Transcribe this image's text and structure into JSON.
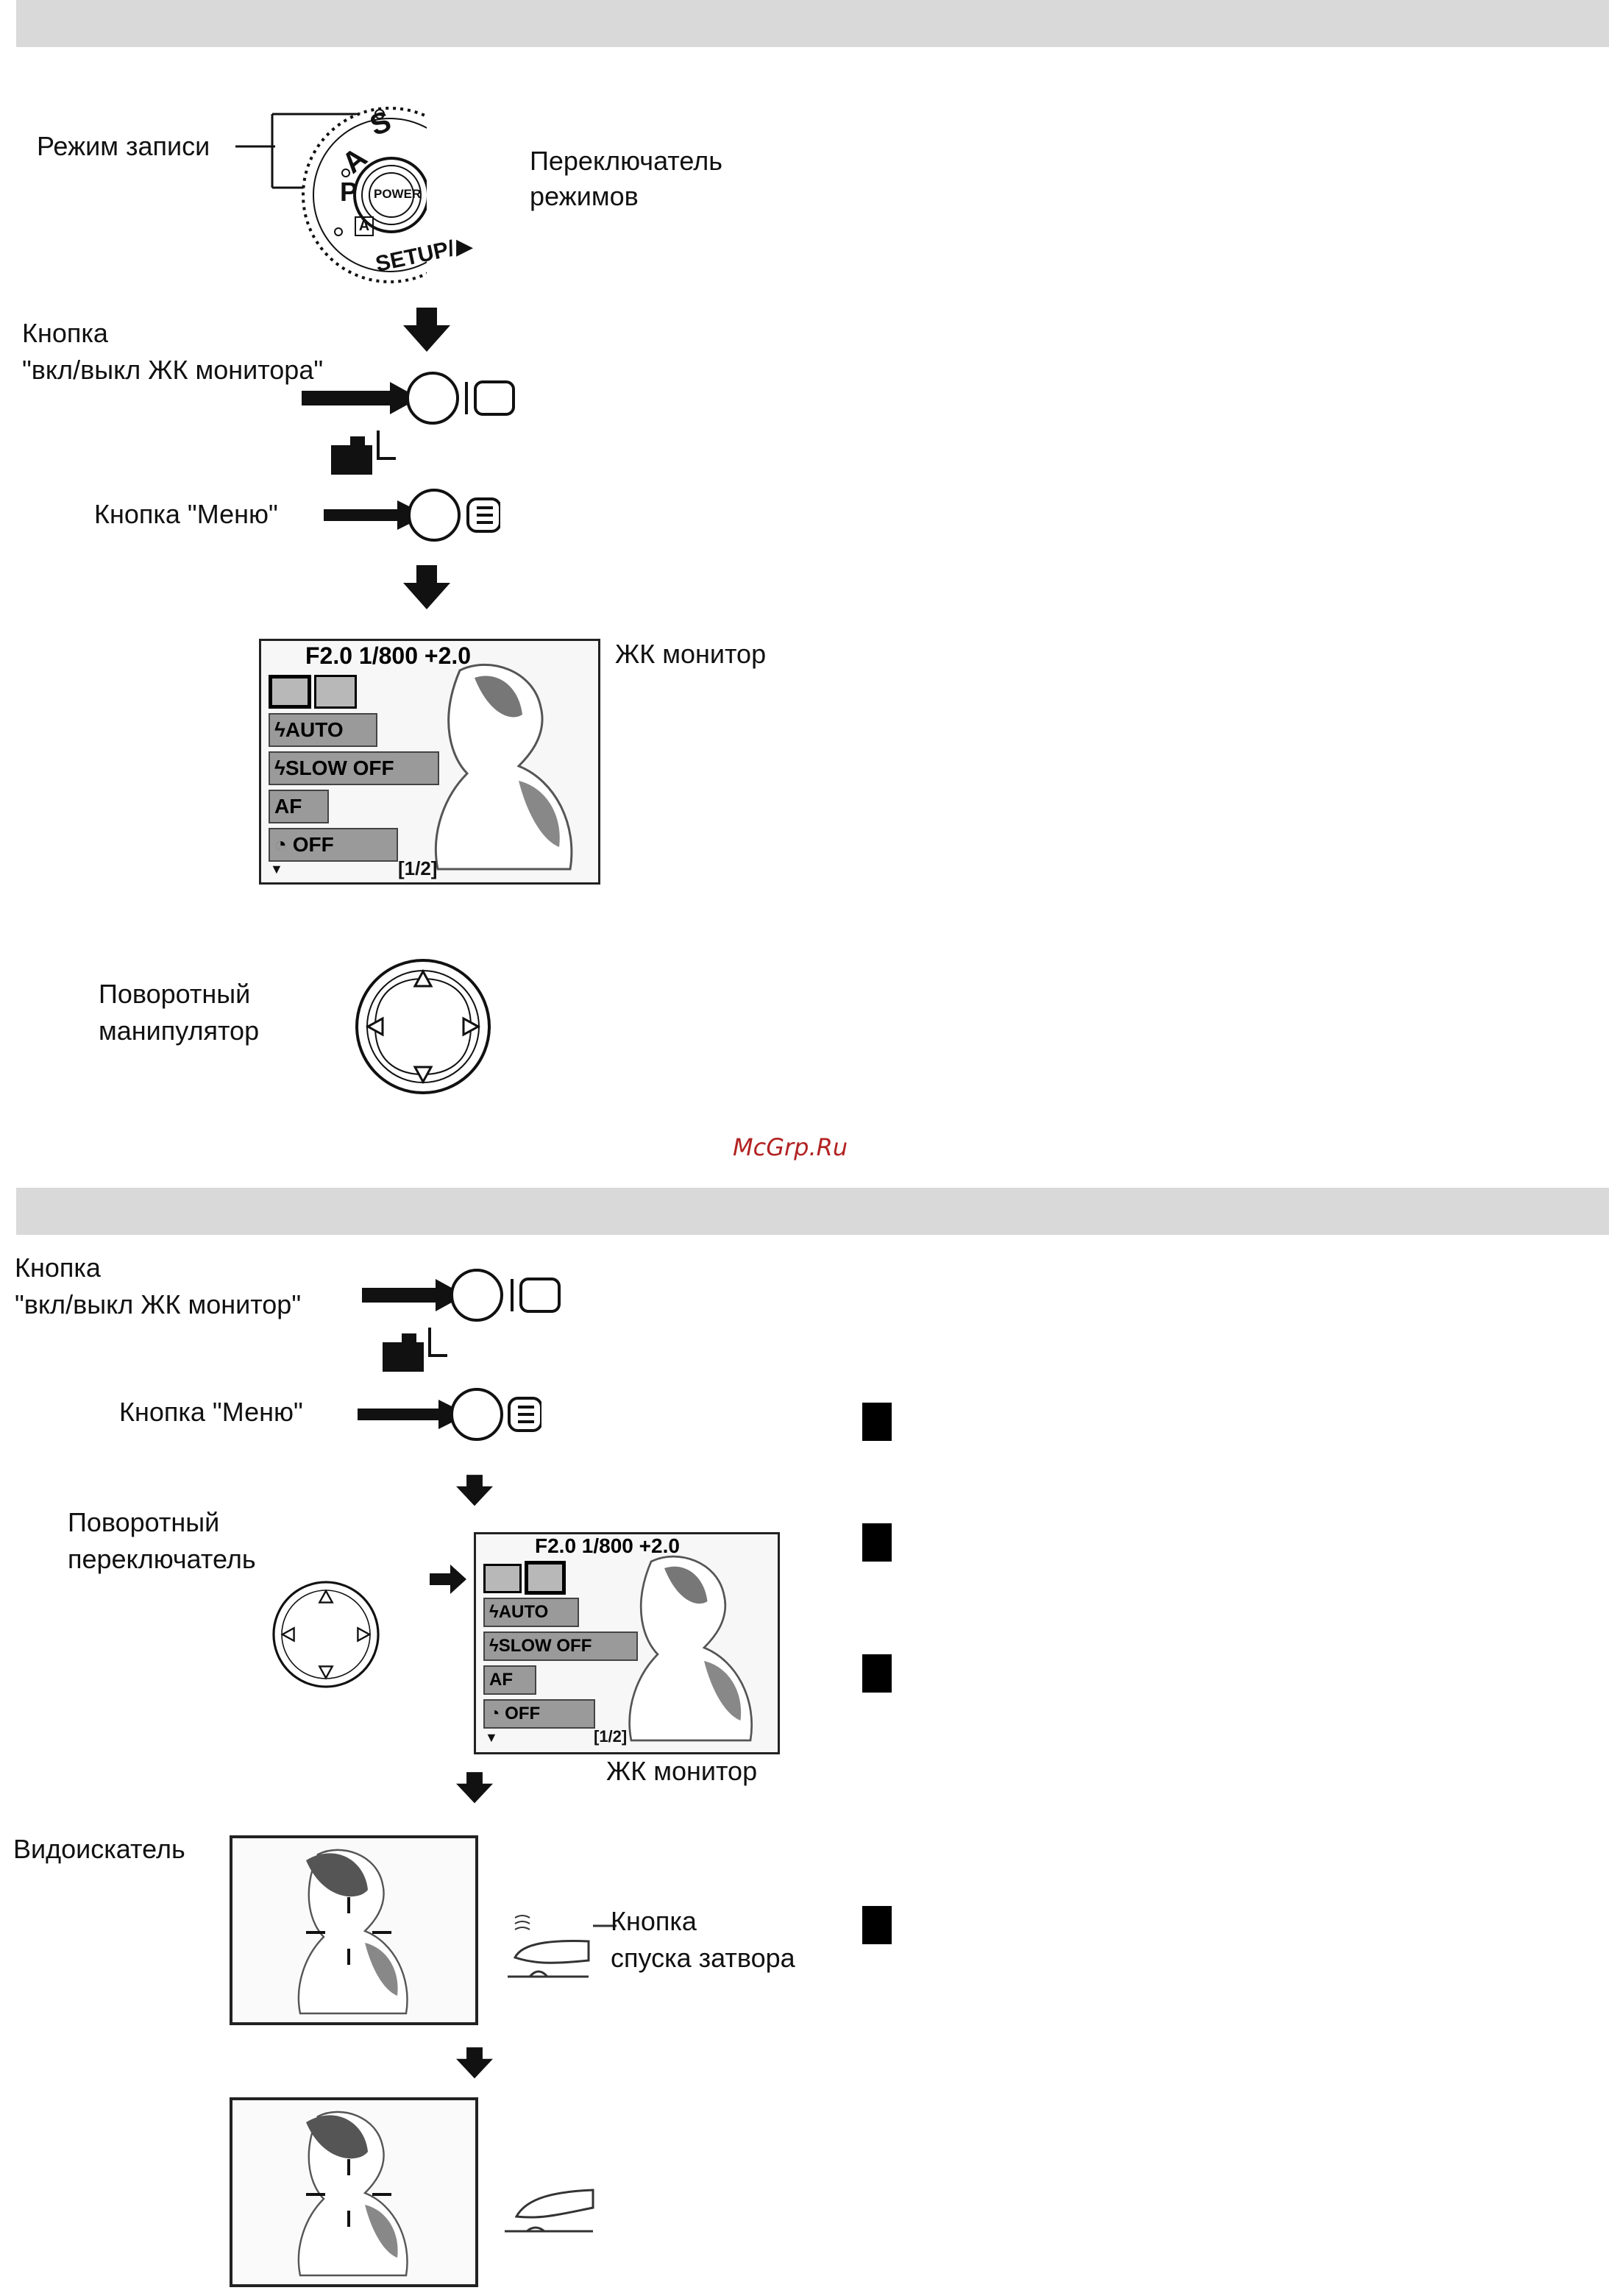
{
  "section1": {
    "dial_label": "Режим записи",
    "mode_switch_label_line1": "Переключатель",
    "mode_switch_label_line2": "режимов",
    "dial_modes": [
      "S",
      "A",
      "P"
    ],
    "dial_power": "POWER",
    "dial_setup": "SETUP/",
    "lcd_button_label_line1": "Кнопка",
    "lcd_button_label_line2": "\"вкл/выкл ЖК монитора\"",
    "menu_button_label": "Кнопка \"Меню\"",
    "monitor": {
      "top": "F2.0  1/800  +2.0",
      "rows": [
        "AUTO",
        "SLOW OFF",
        "AF",
        "OFF"
      ],
      "page": "[1/2]"
    },
    "monitor_label": "ЖК монитор",
    "dpad_label_line1": "Поворотный",
    "dpad_label_line2": "манипулятор"
  },
  "watermark": "McGrp.Ru",
  "section2": {
    "lcd_button_label_line1": "Кнопка",
    "lcd_button_label_line2": "\"вкл/выкл ЖК монитор\"",
    "menu_button_label": "Кнопка \"Меню\"",
    "switch_label_line1": "Поворотный",
    "switch_label_line2": "переключатель",
    "monitor": {
      "top": "F2.0  1/800  +2.0",
      "rows": [
        "AUTO",
        "SLOW OFF",
        "AF",
        "OFF"
      ],
      "page": "[1/2]"
    },
    "monitor_label": "ЖК монитор",
    "viewfinder_label": "Видоискатель",
    "shutter_label_line1": "Кнопка",
    "shutter_label_line2": "спуска затвора"
  },
  "colors": {
    "band": "#d9d9d9",
    "menu_row": "#9a9a9a",
    "watermark": "#b22222"
  }
}
